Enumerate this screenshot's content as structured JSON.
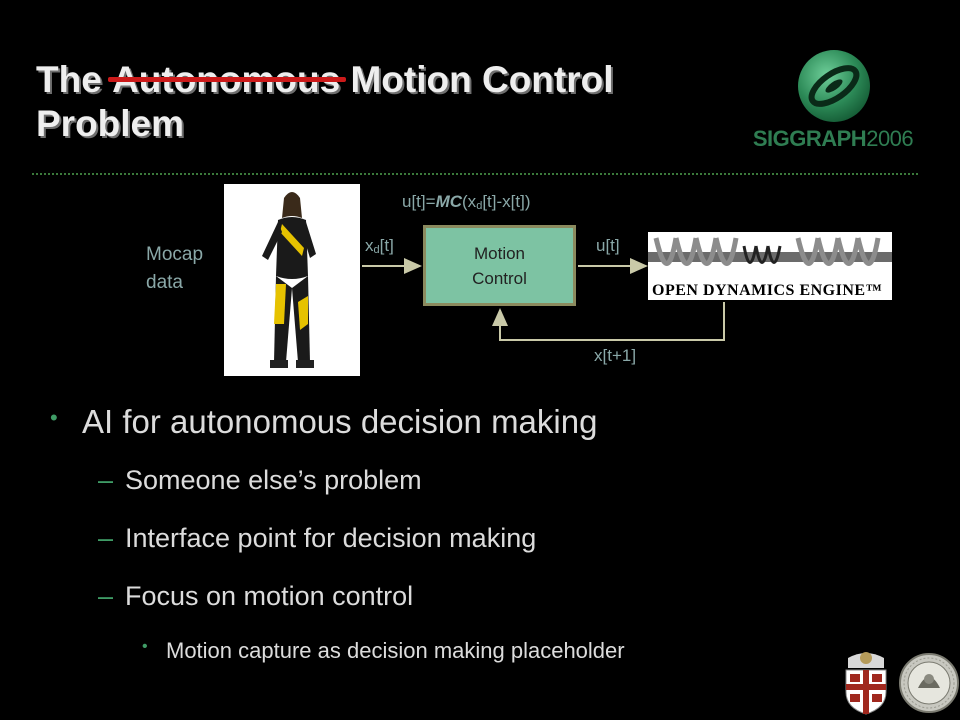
{
  "title": {
    "part_before": "The ",
    "struck_word": "Autonomous",
    "part_after": " Motion Control",
    "line2": "Problem"
  },
  "logo": {
    "brand": "SIGGRAPH",
    "year": "2006"
  },
  "diagram": {
    "mocap_line1": "Mocap",
    "mocap_line2": "data",
    "equation_prefix": "u[t]=",
    "equation_fn": "MC",
    "equation_open": "(x",
    "equation_sub": "d",
    "equation_rest": "[t]-x[t]",
    "equation_close": ")",
    "xd_main": "x",
    "xd_sub": "d",
    "xd_rest": "[t]",
    "box_line1": "Motion",
    "box_line2": "Control",
    "u_label": "u[t]",
    "x_next_label": "x[t+1]",
    "ode_text": "OPEN DYNAMICS ENGINE™"
  },
  "bullets": {
    "main": "AI for autonomous decision making",
    "subs": [
      "Someone else’s problem",
      "Interface point for decision making",
      "Focus on motion control"
    ],
    "subsub": "Motion capture as decision making placeholder"
  },
  "colors": {
    "background": "#000000",
    "title": "#eeeeee",
    "strike": "#cc1a1a",
    "bullet_marker": "#3f9c66",
    "diagram_text": "#8aa8a8",
    "box_fill": "#7dc3a3",
    "logo_green": "#2f7d52"
  },
  "icons": {
    "seal_left": "brown-university-shield-icon",
    "seal_right": "round-seal-icon"
  }
}
